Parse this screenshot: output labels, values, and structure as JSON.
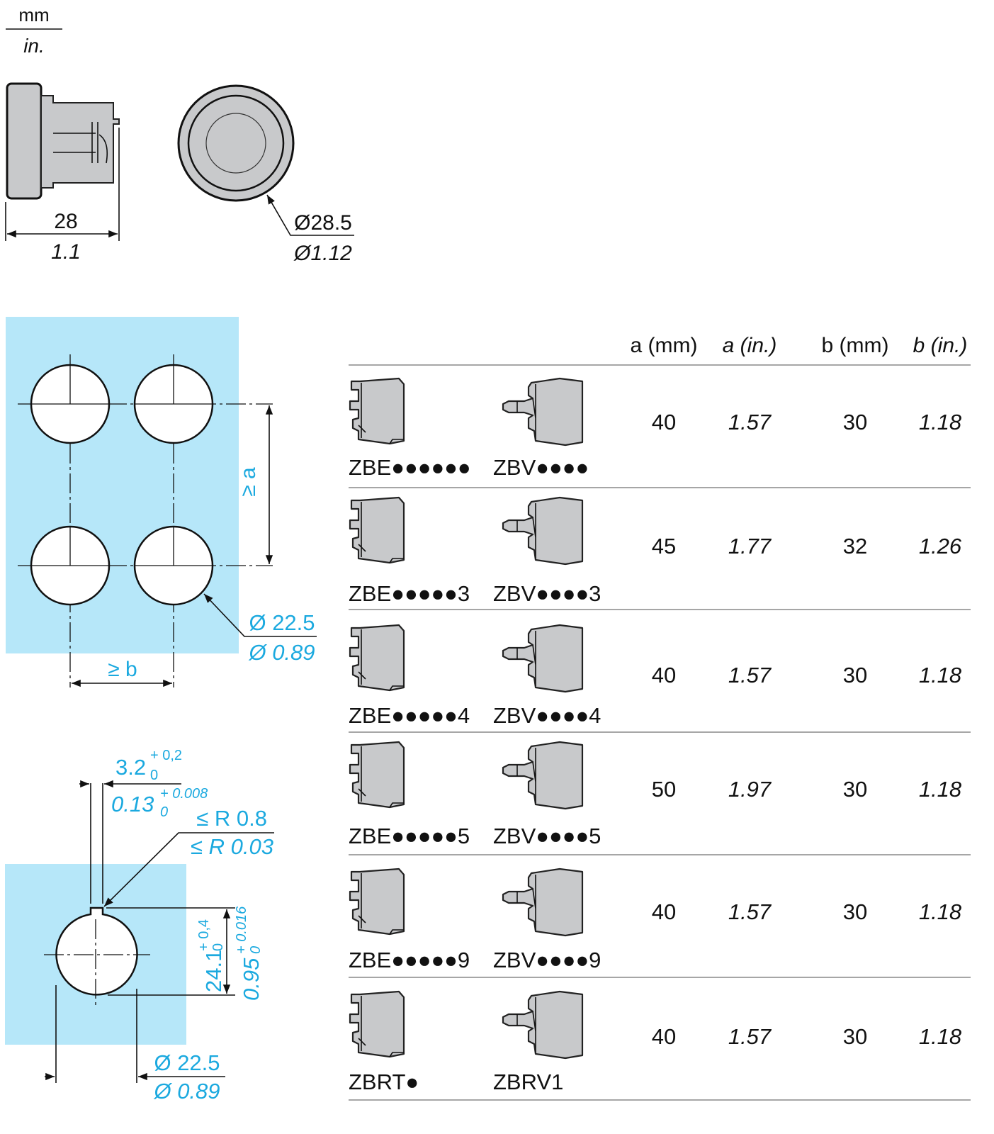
{
  "units": {
    "top": "mm",
    "bottom": "in."
  },
  "button_side_view": {
    "length_mm": "28",
    "length_in": "1.1"
  },
  "button_front_view": {
    "diameter_mm": "Ø28.5",
    "diameter_in": "Ø1.12"
  },
  "panel_layout": {
    "spacing_a_label": "≥ a",
    "spacing_b_label": "≥ b",
    "hole_diameter_mm": "Ø 22.5",
    "hole_diameter_in": "Ø 0.89"
  },
  "key_cutout": {
    "key_width_mm": "3.2",
    "key_width_mm_tol_upper": "+ 0,2",
    "key_width_mm_tol_lower": "0",
    "key_width_in": "0.13",
    "key_width_in_tol_upper": "+ 0.008",
    "key_width_in_tol_lower": "0",
    "radius_mm": "≤ R 0.8",
    "radius_in": "≤ R 0.03",
    "height_mm": "24.1",
    "height_mm_tol_upper": "+ 0,4",
    "height_mm_tol_lower": "0",
    "height_in": "0.95",
    "height_in_tol_upper": "+ 0.016",
    "height_in_tol_lower": "0",
    "hole_diameter_mm": "Ø 22.5",
    "hole_diameter_in": "Ø 0.89"
  },
  "table": {
    "headers": [
      "a (mm)",
      "a (in.)",
      "b (mm)",
      "b (in.)"
    ],
    "rows": [
      {
        "left": "ZBE●●●●●●",
        "right": "ZBV●●●●",
        "a_mm": "40",
        "a_in": "1.57",
        "b_mm": "30",
        "b_in": "1.18"
      },
      {
        "left": "ZBE●●●●●3",
        "right": "ZBV●●●●3",
        "a_mm": "45",
        "a_in": "1.77",
        "b_mm": "32",
        "b_in": "1.26"
      },
      {
        "left": "ZBE●●●●●4",
        "right": "ZBV●●●●4",
        "a_mm": "40",
        "a_in": "1.57",
        "b_mm": "30",
        "b_in": "1.18"
      },
      {
        "left": "ZBE●●●●●5",
        "right": "ZBV●●●●5",
        "a_mm": "50",
        "a_in": "1.97",
        "b_mm": "30",
        "b_in": "1.18"
      },
      {
        "left": "ZBE●●●●●9",
        "right": "ZBV●●●●9",
        "a_mm": "40",
        "a_in": "1.57",
        "b_mm": "30",
        "b_in": "1.18"
      },
      {
        "left": "ZBRT●",
        "right": "ZBRV1",
        "a_mm": "40",
        "a_in": "1.57",
        "b_mm": "30",
        "b_in": "1.18"
      }
    ]
  },
  "colors": {
    "dimension": "#1ba9df",
    "panel": "#b6e7f9",
    "module": "#c8c9cb"
  }
}
